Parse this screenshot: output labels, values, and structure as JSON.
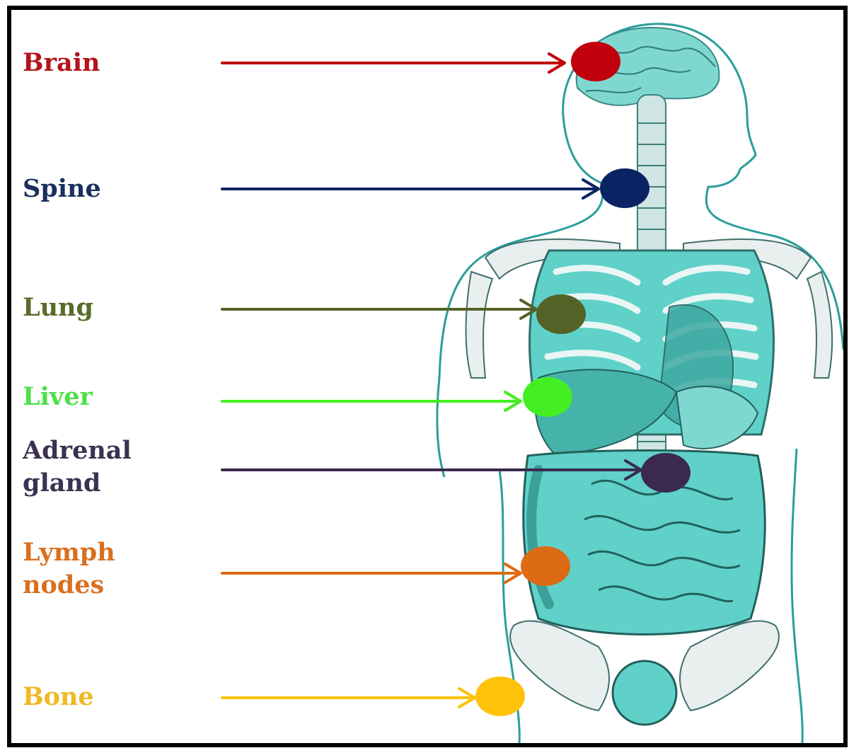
{
  "labels": {
    "brain": {
      "text": "Brain",
      "color": "#b5121b"
    },
    "spine": {
      "text": "Spine",
      "color": "#1b2f5e"
    },
    "lung": {
      "text": "Lung",
      "color": "#5a6b2a"
    },
    "liver": {
      "text": "Liver",
      "color": "#4ee04a"
    },
    "adrenal_line1": {
      "text": "Adrenal",
      "color": "#3b3150"
    },
    "adrenal_line2": {
      "text": "gland",
      "color": "#3b3150"
    },
    "lymph_line1": {
      "text": "Lymph",
      "color": "#d9701f"
    },
    "lymph_line2": {
      "text": "nodes",
      "color": "#d9701f"
    },
    "bone": {
      "text": "Bone",
      "color": "#f0b823"
    }
  },
  "markers": {
    "brain": "#c0000c",
    "spine": "#0a2463",
    "lung": "#556227",
    "liver": "#44ee22",
    "adrenal": "#3b2a4e",
    "lymph": "#dd6a14",
    "bone": "#ffc20a"
  },
  "illustration": {
    "outline": "#2a9e9a",
    "organ_fill": "#5fd1c8",
    "bone_fill": "#e9eeee"
  }
}
